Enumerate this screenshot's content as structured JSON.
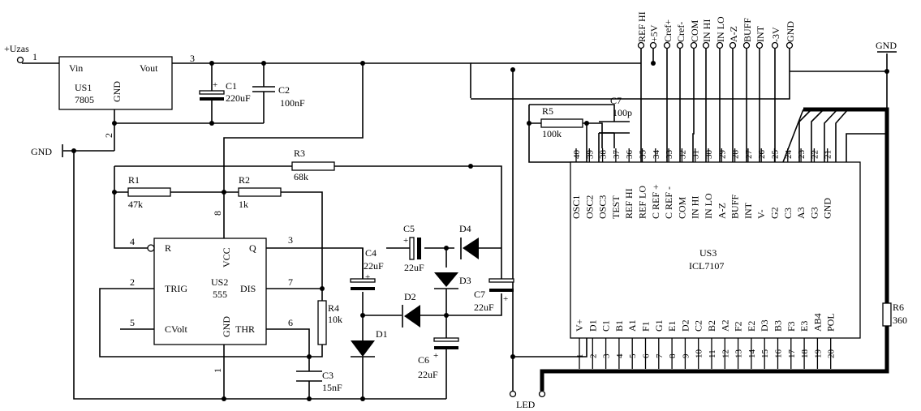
{
  "supply": {
    "input": "+Uzas",
    "gnd_left": "GND",
    "gnd_right": "GND",
    "led": "LED"
  },
  "us1": {
    "name": "US1",
    "type": "7805",
    "vin": "Vin",
    "vout": "Vout",
    "gnd": "GND",
    "pin_in": "1",
    "pin_out": "3",
    "pin_gnd": "2"
  },
  "c1": {
    "name": "C1",
    "value": "220uF"
  },
  "c2": {
    "name": "C2",
    "value": "100nF"
  },
  "r1": {
    "name": "R1",
    "value": "47k"
  },
  "r2": {
    "name": "R2",
    "value": "1k"
  },
  "r3": {
    "name": "R3",
    "value": "68k"
  },
  "r4": {
    "name": "R4",
    "value": "10k"
  },
  "r5": {
    "name": "R5",
    "value": "100k"
  },
  "r6": {
    "name": "R6",
    "value": "360"
  },
  "c3": {
    "name": "C3",
    "value": "15nF"
  },
  "c4": {
    "name": "C4",
    "value": "22uF"
  },
  "c5": {
    "name": "C5",
    "value": "22uF"
  },
  "c6": {
    "name": "C6",
    "value": "22uF"
  },
  "c7a": {
    "name": "C7",
    "value": "22uF"
  },
  "c7b": {
    "name": "C7",
    "value": "100p"
  },
  "diodes": {
    "d1": "D1",
    "d2": "D2",
    "d3": "D3",
    "d4": "D4"
  },
  "us2": {
    "name": "US2",
    "type": "555",
    "r": "R",
    "vcc": "VCC",
    "q": "Q",
    "trig": "TRIG",
    "dis": "DIS",
    "cvolt": "CVolt",
    "gnd": "GND",
    "thr": "THR",
    "p_r": "4",
    "p_vcc": "8",
    "p_q": "3",
    "p_trig": "2",
    "p_dis": "7",
    "p_cv": "5",
    "p_gnd": "1",
    "p_thr": "6"
  },
  "us3": {
    "name": "US3",
    "type": "ICL7107",
    "top_pins": [
      "40",
      "39",
      "38",
      "37",
      "36",
      "35",
      "34",
      "33",
      "32",
      "31",
      "30",
      "29",
      "28",
      "27",
      "26",
      "25",
      "24",
      "23",
      "22",
      "21"
    ],
    "top_labels": [
      "OSC1",
      "OSC2",
      "OSC3",
      "TEST",
      "REF HI",
      "REF LO",
      "C REF +",
      "C REF -",
      "COM",
      "IN HI",
      "IN LO",
      "A-Z",
      "BUFF",
      "INT",
      "V-",
      "G2",
      "C3",
      "A3",
      "G3",
      "GND"
    ],
    "bottom_pins": [
      "1",
      "2",
      "3",
      "4",
      "5",
      "6",
      "7",
      "8",
      "9",
      "10",
      "11",
      "12",
      "13",
      "14",
      "15",
      "16",
      "17",
      "18",
      "19",
      "20"
    ],
    "bottom_labels": [
      "V+",
      "D1",
      "C1",
      "B1",
      "A1",
      "F1",
      "G1",
      "E1",
      "D2",
      "C2",
      "B2",
      "A2",
      "F2",
      "E2",
      "D3",
      "B3",
      "F3",
      "E3",
      "AB4",
      "POL"
    ]
  },
  "terminals": [
    "REF HI",
    "+5V",
    "Cref+",
    "Cref-",
    "COM",
    "IN HI",
    "IN LO",
    "A-Z",
    "BUFF",
    "INT",
    "-3V",
    "GND"
  ]
}
